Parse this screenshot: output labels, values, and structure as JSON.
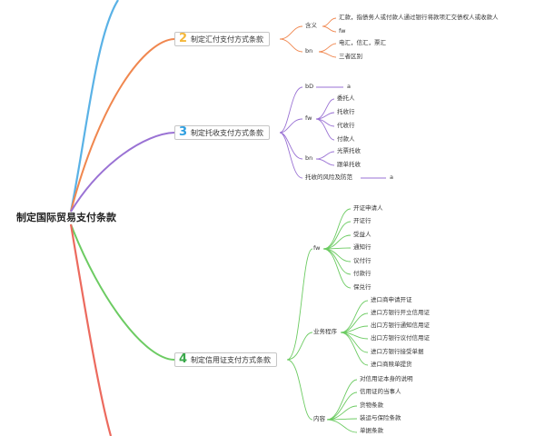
{
  "root": {
    "title": "制定国际贸易支付条款"
  },
  "branches": [
    {
      "number": "2",
      "title": "制定汇付支付方式条款",
      "color": "#f0874f",
      "children": [
        {
          "label": "含义",
          "children": [
            "汇款，指债务人或付款人通过银行将款项汇交债权人或收款人",
            "fw"
          ]
        },
        {
          "label": "bn",
          "children": [
            "电汇，信汇，票汇",
            "三者区别"
          ]
        }
      ]
    },
    {
      "number": "3",
      "title": "制定托收支付方式条款",
      "color": "#9a72d4",
      "children": [
        {
          "label": "bD",
          "children": [
            "a"
          ]
        },
        {
          "label": "fw",
          "children": [
            "委托人",
            "托收行",
            "代收行",
            "付款人"
          ]
        },
        {
          "label": "bn",
          "children": [
            "光票托收",
            "跟单托收"
          ]
        },
        {
          "label": "托收的风险及防范",
          "children": [
            "a"
          ]
        }
      ]
    },
    {
      "number": "4",
      "title": "制定信用证支付方式条款",
      "color": "#6ccb62",
      "children": [
        {
          "label": "fw",
          "children": [
            "开证申请人",
            "开证行",
            "受益人",
            "通知行",
            "议付行",
            "付款行",
            "保兑行"
          ]
        },
        {
          "label": "业务程序",
          "children": [
            "进口商申请开证",
            "进口方银行开立信用证",
            "出口方银行通知信用证",
            "出口方银行议付信用证",
            "进口方银行接受单据",
            "进口商赎单提货"
          ]
        },
        {
          "label": "内容",
          "children": [
            "对信用证本身的说明",
            "信用证的当事人",
            "货物条款",
            "装运与保险条款",
            "单据条款"
          ]
        }
      ]
    }
  ],
  "colors": {
    "branch_1": "#5ab2e6",
    "branch_2": "#f0874f",
    "branch_3": "#9a72d4",
    "branch_4": "#6ccb62",
    "branch_5": "#ec6a5e"
  }
}
